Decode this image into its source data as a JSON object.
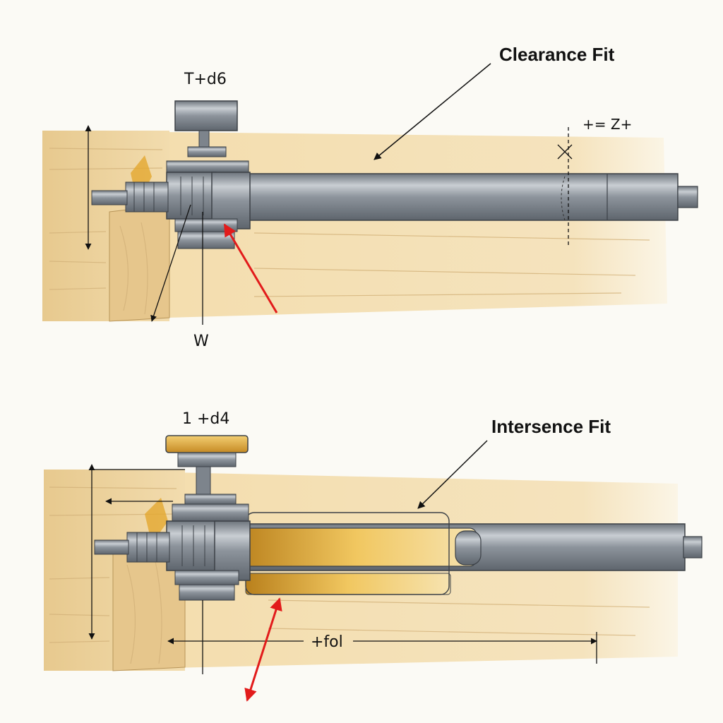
{
  "top_panel": {
    "title": "Clearance Fit",
    "bolt_label": "T+d6",
    "dim_label": "+= Z+",
    "base_label": "W"
  },
  "bottom_panel": {
    "title": "Intersence Fit",
    "bolt_label": "1 +d4",
    "length_label": "+fol"
  },
  "colors": {
    "wood": "#f0d9a6",
    "steel": "#9aa2ab",
    "brass": "#e9b63f",
    "arrow_red": "#e21b1b"
  }
}
